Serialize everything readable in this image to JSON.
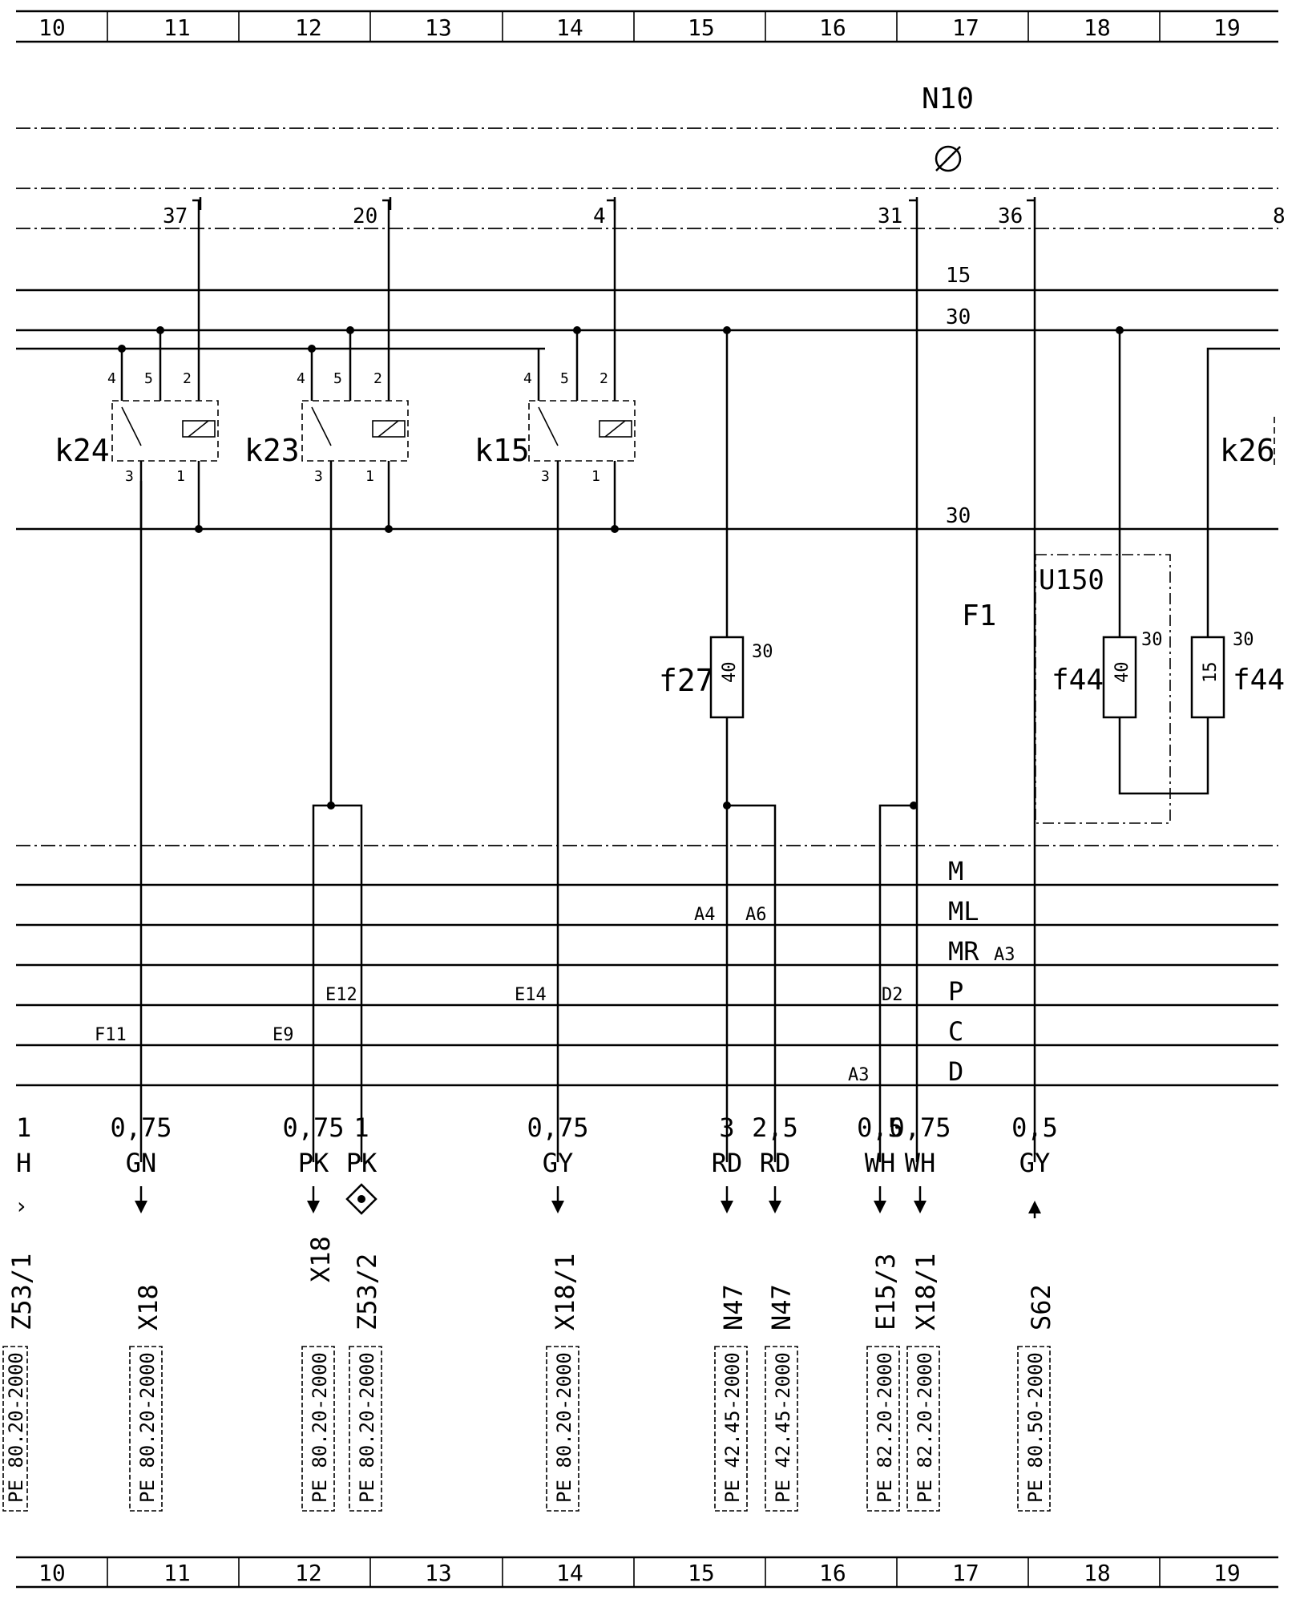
{
  "header_columns": [
    "10",
    "11",
    "12",
    "13",
    "14",
    "15",
    "16",
    "17",
    "18",
    "19"
  ],
  "footer_columns": [
    "10",
    "11",
    "12",
    "13",
    "14",
    "15",
    "16",
    "17",
    "18",
    "19"
  ],
  "unit": {
    "name": "N10"
  },
  "pins": [
    {
      "id": "37",
      "label": "37"
    },
    {
      "id": "20",
      "label": "20"
    },
    {
      "id": "4",
      "label": "4"
    },
    {
      "id": "31",
      "label": "31"
    },
    {
      "id": "36",
      "label": "36"
    },
    {
      "id": "edge",
      "label": "8"
    }
  ],
  "bus_labels": {
    "b15": "15",
    "b30top": "30",
    "b30low": "30"
  },
  "relays": [
    {
      "id": "k24",
      "name": "k24",
      "pins": [
        "4",
        "5",
        "2",
        "3",
        "1"
      ]
    },
    {
      "id": "k23",
      "name": "k23",
      "pins": [
        "4",
        "5",
        "2",
        "3",
        "1"
      ]
    },
    {
      "id": "k15",
      "name": "k15",
      "pins": [
        "4",
        "5",
        "2",
        "3",
        "1"
      ]
    },
    {
      "id": "k26",
      "name": "k26"
    }
  ],
  "fuse_box": {
    "name": "F1",
    "module": "U150"
  },
  "fuses": [
    {
      "id": "f27",
      "name": "f27",
      "rating": "40",
      "terminal": "30"
    },
    {
      "id": "f44a",
      "name": "f44",
      "rating": "40",
      "terminal": "30"
    },
    {
      "id": "f44b",
      "name": "f44",
      "rating": "15",
      "terminal": "30"
    }
  ],
  "ground_buses": [
    "M",
    "ML",
    "MR",
    "P",
    "C",
    "D"
  ],
  "connectors": [
    "A4",
    "A6",
    "A3",
    "E12",
    "E14",
    "D2",
    "F11",
    "E9",
    "A3"
  ],
  "wires": [
    {
      "id": "w1",
      "size": "0,75",
      "color": "GN",
      "dest": "X18",
      "ref": "PE 80.20-2000",
      "arrow": "down"
    },
    {
      "id": "w2",
      "size": "0,75",
      "color": "PK",
      "dest": "X18",
      "ref": "PE 80.20-2000",
      "arrow": "down"
    },
    {
      "id": "w3",
      "size": "1",
      "color": "PK",
      "dest": "Z53/2",
      "ref": "PE 80.20-2000",
      "arrow": "splice"
    },
    {
      "id": "w4",
      "size": "0,75",
      "color": "GY",
      "dest": "X18/1",
      "ref": "PE 80.20-2000",
      "arrow": "down"
    },
    {
      "id": "w5",
      "size": "3",
      "color": "RD",
      "dest": "N47",
      "ref": "PE 42.45-2000",
      "arrow": "down"
    },
    {
      "id": "w6",
      "size": "2,5",
      "color": "RD",
      "dest": "N47",
      "ref": "PE 42.45-2000",
      "arrow": "down"
    },
    {
      "id": "w7",
      "size": "0,5",
      "color": "WH",
      "dest": "E15/3",
      "ref": "PE 82.20-2000",
      "arrow": "down"
    },
    {
      "id": "w8",
      "size": "0,75",
      "color": "WH",
      "dest": "X18/1",
      "ref": "PE 82.20-2000",
      "arrow": "down"
    },
    {
      "id": "w9",
      "size": "0,5",
      "color": "GY",
      "dest": "S62",
      "ref": "PE 80.50-2000",
      "arrow": "up"
    }
  ],
  "left_edge": {
    "size": "1",
    "color": "H",
    "dest": "Z53/1",
    "ref": "PE 80.20-2000"
  }
}
